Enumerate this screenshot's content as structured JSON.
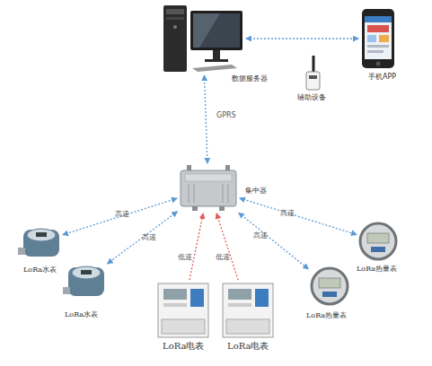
{
  "diagram": {
    "nodes": [
      {
        "text": [
          "数据服务器"
        ]
      },
      {
        "text": [
          "手机APP"
        ]
      },
      {
        "text": [
          "辅助设备"
        ]
      },
      {
        "text": [
          "集中器"
        ]
      },
      {
        "text": [
          "LoRa水表"
        ]
      },
      {
        "text": [
          "LoRa水表"
        ]
      },
      {
        "text": [
          "LoRa电表"
        ]
      },
      {
        "text": [
          "LoRa电表"
        ]
      },
      {
        "text": [
          "LoRa热量表"
        ]
      },
      {
        "text": [
          "LoRa热量表"
        ]
      }
    ],
    "edges": [
      {
        "from": 0,
        "to": 1,
        "arrow": "both"
      },
      {
        "from": 0,
        "to": 3,
        "label": "GPRS",
        "arrow": "both"
      },
      {
        "from": 3,
        "to": 4,
        "label": "高速",
        "arrow": "both"
      },
      {
        "from": 3,
        "to": 5,
        "label": "高速",
        "arrow": "both"
      },
      {
        "from": 6,
        "to": 3,
        "label": "低速",
        "arrow": "to"
      },
      {
        "from": 7,
        "to": 3,
        "label": "低速",
        "arrow": "to"
      },
      {
        "from": 3,
        "to": 9,
        "label": "高速",
        "arrow": "both"
      },
      {
        "from": 3,
        "to": 8,
        "label": "高速",
        "arrow": "both"
      }
    ]
  }
}
